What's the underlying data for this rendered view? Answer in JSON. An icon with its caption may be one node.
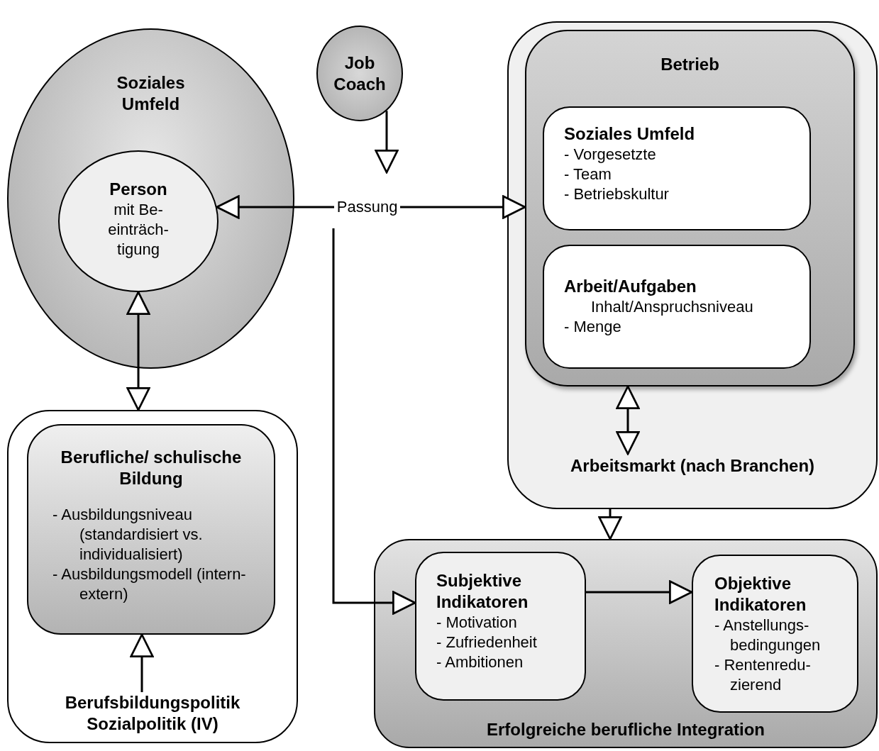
{
  "diagram": {
    "nodes": [
      {
        "text": [
          "Soziales Umfeld"
        ]
      },
      {
        "text": [
          "Person",
          "mit Be- einträch- tigung"
        ],
        "in": 0
      },
      {
        "text": [
          "Job Coach"
        ]
      },
      {
        "text": [
          "Arbeitsmarkt (nach Branchen)"
        ]
      },
      {
        "text": [
          "Betrieb"
        ],
        "in": 3
      },
      {
        "text": [
          "Soziales Umfeld",
          "- Vorgesetzte",
          "- Team",
          "- Betriebskultur"
        ],
        "in": 4
      },
      {
        "text": [
          "Arbeit/Aufgaben",
          "Inhalt/Anspruchsniveau",
          "- Menge"
        ],
        "in": 4
      },
      {
        "text": [
          "Berufsbildungspolitik Sozialpolitik (IV)"
        ]
      },
      {
        "text": [
          "Berufliche/ schulische Bildung",
          "- Ausbildungsniveau (standardisiert vs. individualisiert)",
          "- Ausbildungsmodell (intern-extern)"
        ],
        "in": 7
      },
      {
        "text": [
          "Erfolgreiche berufliche Integration"
        ]
      },
      {
        "text": [
          "Subjektive Indikatoren",
          "- Motivation",
          "- Zufriedenheit",
          "- Ambitionen"
        ],
        "in": 9
      },
      {
        "text": [
          "Objektive Indikatoren",
          "- Anstellungs- bedingungen",
          "- Rentenredu- zierend"
        ],
        "in": 9
      }
    ],
    "edges": [
      {
        "from": 1,
        "to": 4,
        "arrow": "both",
        "label": "Passung"
      },
      {
        "from": 2,
        "to": null,
        "arrow": "to"
      },
      {
        "from": 1,
        "to": 7,
        "arrow": "both"
      },
      {
        "from": 7,
        "to": 8,
        "arrow": "to"
      },
      {
        "from": 4,
        "to": 3,
        "arrow": "both"
      },
      {
        "from": 3,
        "to": 9,
        "arrow": "to"
      },
      {
        "from": null,
        "to": 10,
        "arrow": "to"
      },
      {
        "from": 10,
        "to": 11,
        "arrow": "to"
      }
    ]
  }
}
